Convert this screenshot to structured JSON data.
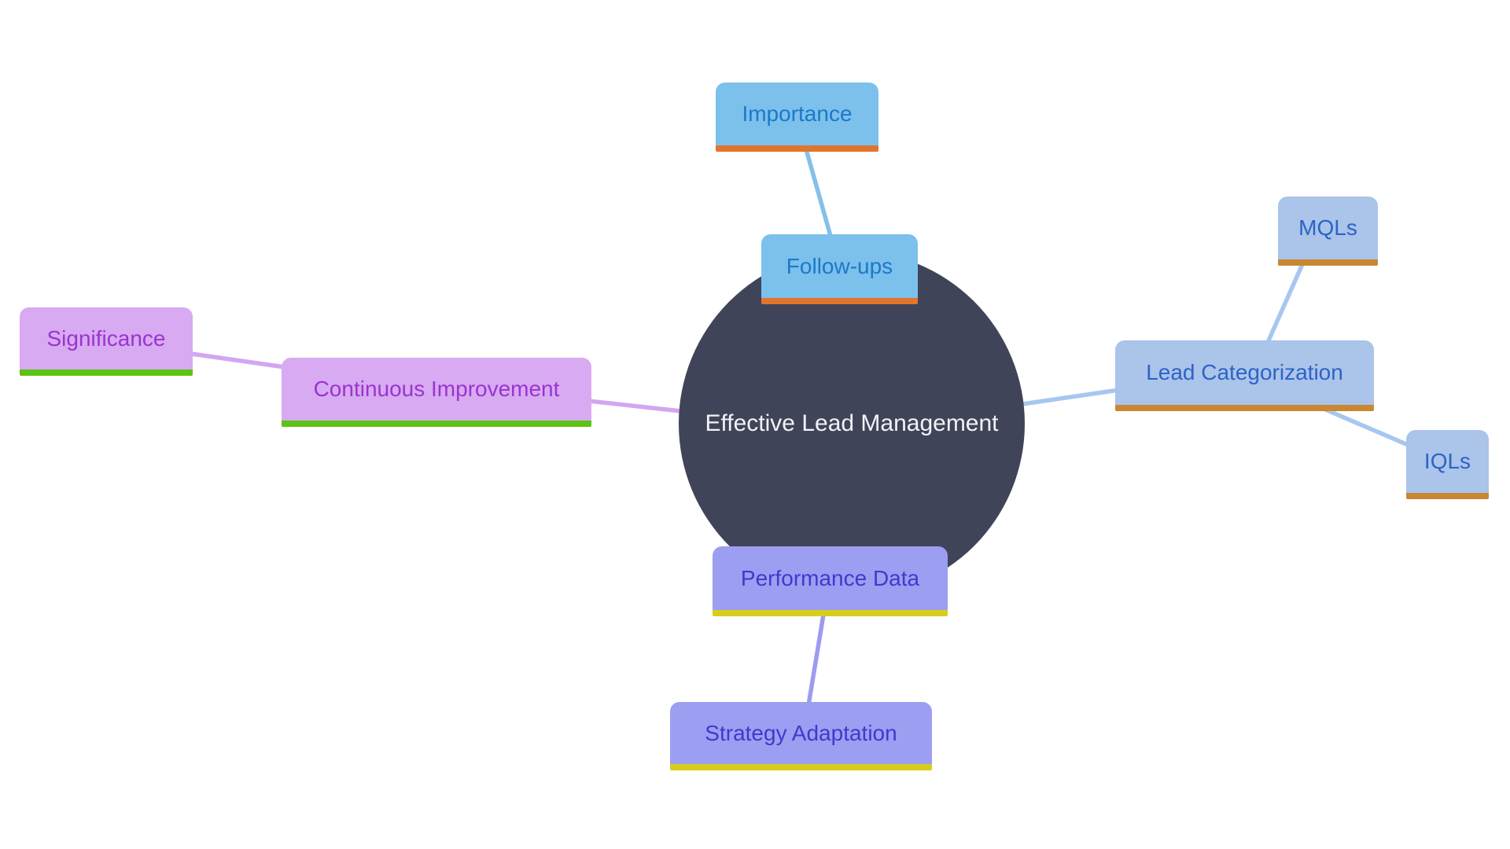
{
  "diagram": {
    "title": "Effective Lead Management mind map",
    "nodes": {
      "center": {
        "label": "Effective Lead Management"
      },
      "importance": {
        "label": "Importance"
      },
      "follow_ups": {
        "label": "Follow-ups"
      },
      "mqls": {
        "label": "MQLs"
      },
      "lead_categorization": {
        "label": "Lead Categorization"
      },
      "iqls": {
        "label": "IQLs"
      },
      "significance": {
        "label": "Significance"
      },
      "continuous_improvement": {
        "label": "Continuous Improvement"
      },
      "performance_data": {
        "label": "Performance Data"
      },
      "strategy_adaptation": {
        "label": "Strategy Adaptation"
      }
    },
    "edges": [
      {
        "from": "importance",
        "to": "follow_ups"
      },
      {
        "from": "follow_ups",
        "to": "center"
      },
      {
        "from": "center",
        "to": "lead_categorization"
      },
      {
        "from": "lead_categorization",
        "to": "mqls"
      },
      {
        "from": "lead_categorization",
        "to": "iqls"
      },
      {
        "from": "significance",
        "to": "continuous_improvement"
      },
      {
        "from": "continuous_improvement",
        "to": "center"
      },
      {
        "from": "center",
        "to": "performance_data"
      },
      {
        "from": "performance_data",
        "to": "strategy_adaptation"
      }
    ],
    "colors": {
      "background": "#ffffff",
      "center_circle_fill": "#404459",
      "center_text": "#f2f2f5",
      "sky_branch_fill": "#7cc0ec",
      "sky_branch_text": "#1c79c8",
      "sky_branch_underline": "#e2752c",
      "sky_branch_line": "#85c0ea",
      "bluegray_branch_fill": "#aac4ea",
      "bluegray_branch_text": "#2e63c5",
      "bluegray_branch_underline": "#c98732",
      "bluegray_branch_line": "#a6c7f0",
      "purple_branch_fill": "#d7aaf2",
      "purple_branch_text": "#9b34cf",
      "purple_branch_underline": "#5cc213",
      "purple_branch_line": "#d3a6f1",
      "indigo_branch_fill": "#9c9ef1",
      "indigo_branch_text": "#3c3bce",
      "indigo_branch_underline": "#d6ce1a",
      "indigo_branch_line": "#9b9cf0"
    }
  }
}
